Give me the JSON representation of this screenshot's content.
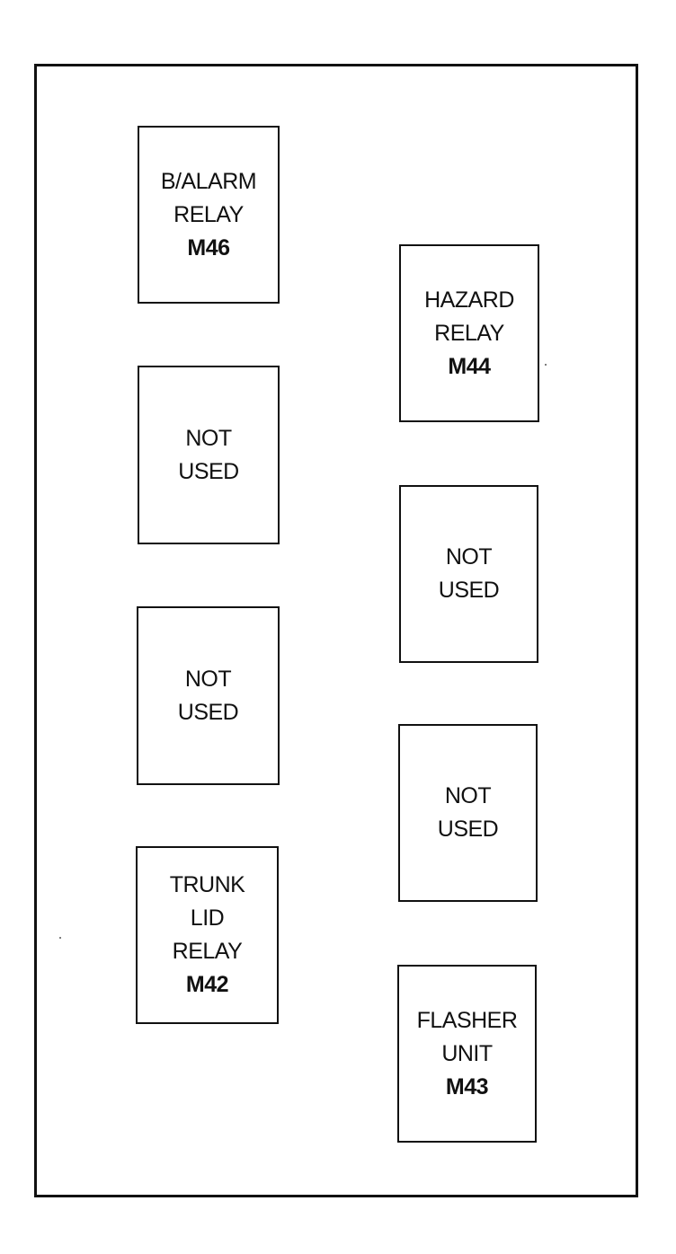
{
  "relays": [
    {
      "id": "b-alarm-relay",
      "lines": [
        "B/ALARM",
        "RELAY"
      ],
      "code": "M46"
    },
    {
      "id": "not-used-left-1",
      "lines": [
        "NOT",
        "USED"
      ],
      "code": ""
    },
    {
      "id": "not-used-left-2",
      "lines": [
        "NOT",
        "USED"
      ],
      "code": ""
    },
    {
      "id": "trunk-lid-relay",
      "lines": [
        "TRUNK",
        "LID",
        "RELAY"
      ],
      "code": "M42"
    },
    {
      "id": "hazard-relay",
      "lines": [
        "HAZARD",
        "RELAY"
      ],
      "code": "M44"
    },
    {
      "id": "not-used-right-1",
      "lines": [
        "NOT",
        "USED"
      ],
      "code": ""
    },
    {
      "id": "not-used-right-2",
      "lines": [
        "NOT",
        "USED"
      ],
      "code": ""
    },
    {
      "id": "flasher-unit",
      "lines": [
        "FLASHER",
        "UNIT"
      ],
      "code": "M43"
    }
  ]
}
